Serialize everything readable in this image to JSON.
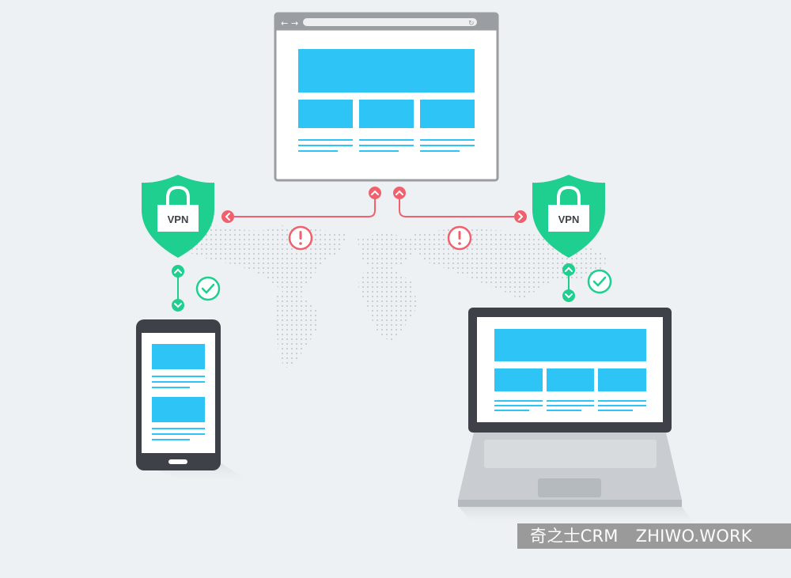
{
  "labels": {
    "vpn_left": "VPN",
    "vpn_right": "VPN"
  },
  "watermark": {
    "brand": "奇之士CRM",
    "site": "ZHIWO.WORK"
  },
  "browser": {
    "back_glyph": "←",
    "forward_glyph": "→",
    "reload_glyph": "↻"
  },
  "icons": {
    "vpn_shield": "shield-lock-icon",
    "warning": "exclamation-circle-icon",
    "secure": "check-circle-icon",
    "connector": "chevron-circle-icon"
  },
  "colors": {
    "background": "#eef1f3",
    "shield": "#1ecf8f",
    "alert": "#f0616d",
    "screen_block": "#2ec4f6",
    "screen_line": "#2ec4f6",
    "device_frame": "#3e4248",
    "browser_frame": "#9a9da1",
    "map_dots": "#c6cbd0",
    "laptop_base": "#c9cdd1"
  }
}
